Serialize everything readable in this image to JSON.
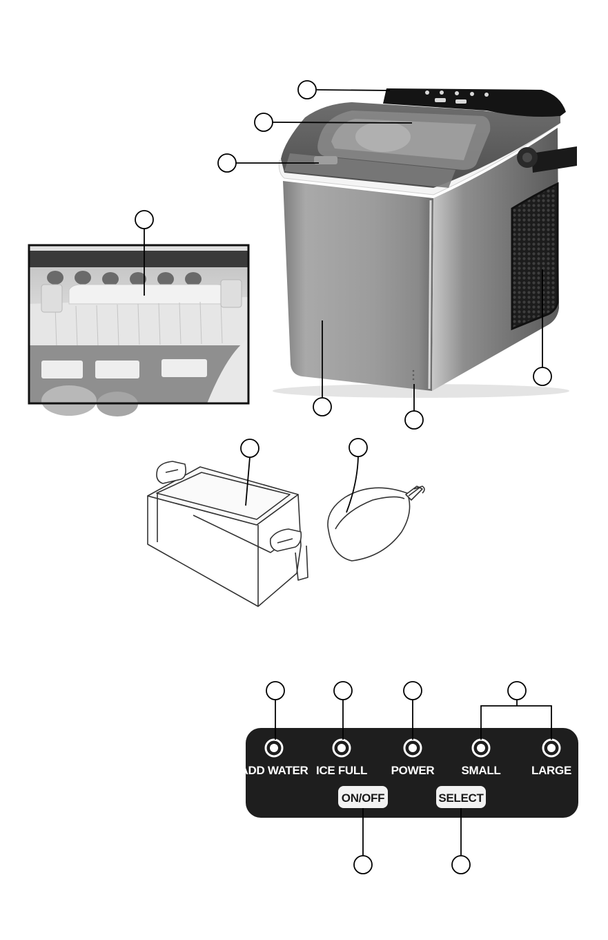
{
  "control_panel": {
    "indicators": [
      {
        "label": "ADD WATER"
      },
      {
        "label": "ICE FULL"
      },
      {
        "label": "POWER"
      },
      {
        "label": "SMALL"
      },
      {
        "label": "LARGE"
      }
    ],
    "buttons": [
      {
        "label": "ON/OFF"
      },
      {
        "label": "SELECT"
      }
    ]
  },
  "colors": {
    "panel": "#1e1e1e",
    "machine_body": "#9a9a9a",
    "lid": "#5c5c5c",
    "vent": "#2a2a2a",
    "callout": "#000000"
  }
}
